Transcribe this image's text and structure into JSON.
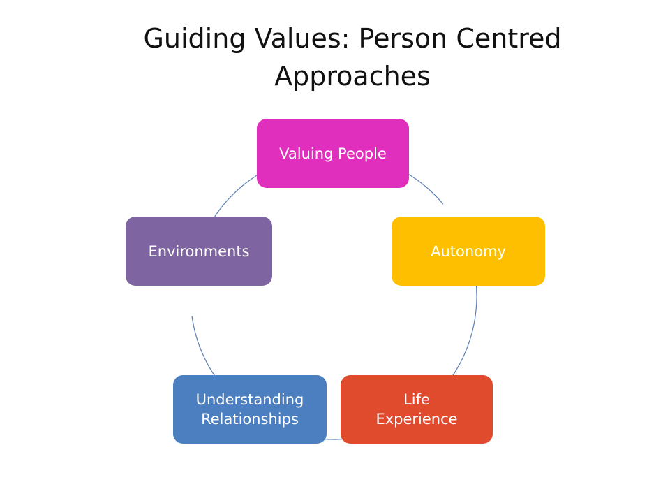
{
  "slide": {
    "title": "Guiding Values: Person Centred Approaches"
  },
  "cycle": {
    "connector_color": "#5b7fb5",
    "nodes": [
      {
        "id": "valuing-people",
        "label": "Valuing People",
        "color": "#e02fbd"
      },
      {
        "id": "autonomy",
        "label": "Autonomy",
        "color": "#fdbf00"
      },
      {
        "id": "life-experience",
        "label": "Life\nExperience",
        "color": "#e04a2d"
      },
      {
        "id": "understanding-relationships",
        "label": "Understanding\nRelationships",
        "color": "#4c7fc0"
      },
      {
        "id": "environments",
        "label": "Environments",
        "color": "#7e64a0"
      }
    ]
  }
}
